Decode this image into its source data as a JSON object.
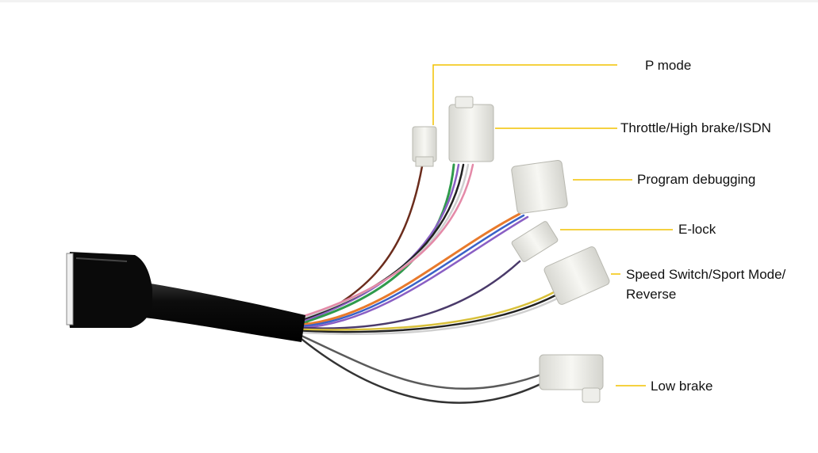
{
  "labels": {
    "p_mode": "P mode",
    "throttle": "Throttle/High brake/ISDN",
    "program": "Program debugging",
    "elock": "E-lock",
    "speed_line1": "Speed Switch/Sport Mode/",
    "speed_line2": "Reverse",
    "low_brake": "Low brake"
  },
  "colors": {
    "leader_line": "#f2c200",
    "cable": "#0d0d0d",
    "connector": "#eeeeea",
    "wire_orange": "#e87a2c",
    "wire_green": "#2f9a4c",
    "wire_purple": "#8a5fc4",
    "wire_brown": "#6b2c1c",
    "wire_black": "#222222",
    "wire_white": "#d6d6d6",
    "wire_pink": "#e48aa8",
    "wire_blue": "#3a62c8",
    "wire_yellow": "#d8c03a"
  }
}
